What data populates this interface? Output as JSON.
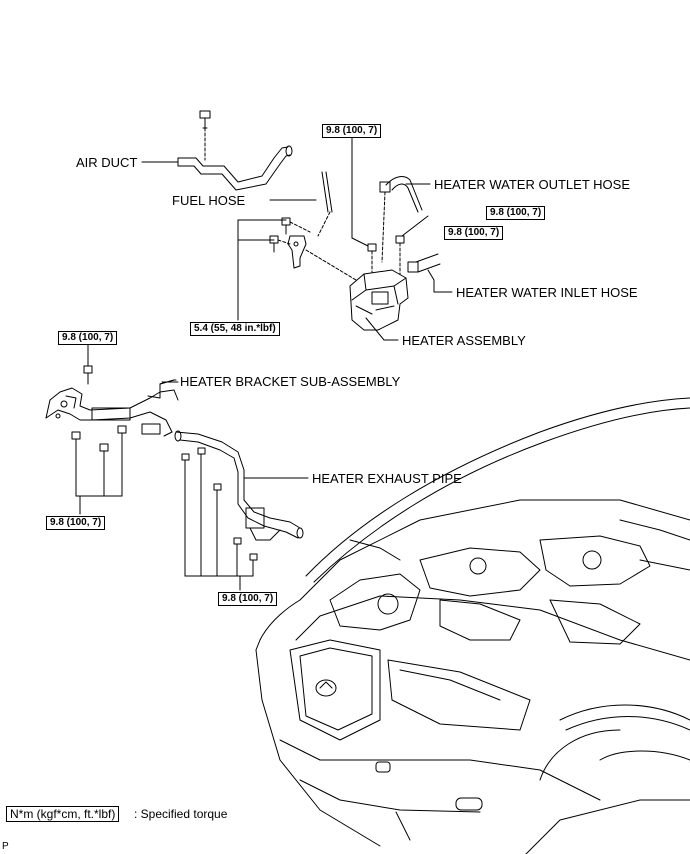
{
  "labels": {
    "air_duct": "AIR DUCT",
    "fuel_hose": "FUEL HOSE",
    "heater_water_outlet_hose": "HEATER WATER OUTLET HOSE",
    "heater_water_inlet_hose": "HEATER WATER INLET HOSE",
    "heater_assembly": "HEATER ASSEMBLY",
    "heater_bracket_sub_assembly": "HEATER BRACKET SUB-ASSEMBLY",
    "heater_exhaust_pipe": "HEATER EXHAUST PIPE"
  },
  "torques": {
    "t1": "9.8 (100, 7)",
    "t2": "9.8 (100, 7)",
    "t3": "9.8 (100, 7)",
    "t4": "5.4 (55, 48 in.*lbf)",
    "t5": "9.8 (100, 7)",
    "t6": "9.8 (100, 7)",
    "t7": "9.8 (100, 7)"
  },
  "legend": {
    "unit": "N*m (kgf*cm, ft.*lbf)",
    "text": ": Specified torque"
  },
  "corner_mark": "P"
}
